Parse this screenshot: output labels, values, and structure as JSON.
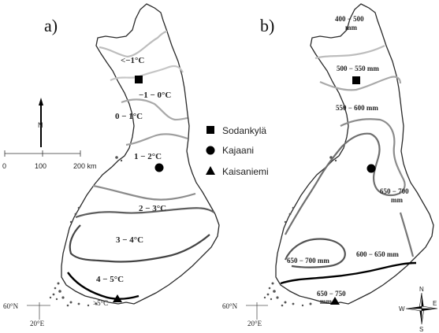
{
  "panels": {
    "a": {
      "label": "a)",
      "zones": [
        "<−1°C",
        "−1 − 0°C",
        "0 − 1°C",
        "1 − 2°C",
        "2 − 3°C",
        "3 − 4°C",
        "4 − 5°C",
        ">5°C"
      ]
    },
    "b": {
      "label": "b)",
      "zones": [
        "400 − 500",
        "mm",
        "500 − 550 mm",
        "550 − 600 mm",
        "650 − 700",
        "mm",
        "600 − 650 mm",
        "650 − 700 mm",
        "650 − 750",
        "mm"
      ]
    }
  },
  "legend": {
    "sodankyla": "Sodankylä",
    "kajaani": "Kajaani",
    "kaisaniemi": "Kaisaniemi"
  },
  "scale": {
    "north": "N",
    "ticks": [
      "0",
      "100",
      "200 km"
    ]
  },
  "coords": {
    "lat": "60°N",
    "lon": "20°E"
  },
  "compass": {
    "n": "N",
    "s": "S",
    "e": "E",
    "w": "W"
  },
  "colors": {
    "outline": "#2a2a2a",
    "isoline_light": "#bdbdbd",
    "isoline_mid": "#8c8c8c",
    "isoline_dark": "#555555",
    "isoline_black": "#000000"
  }
}
